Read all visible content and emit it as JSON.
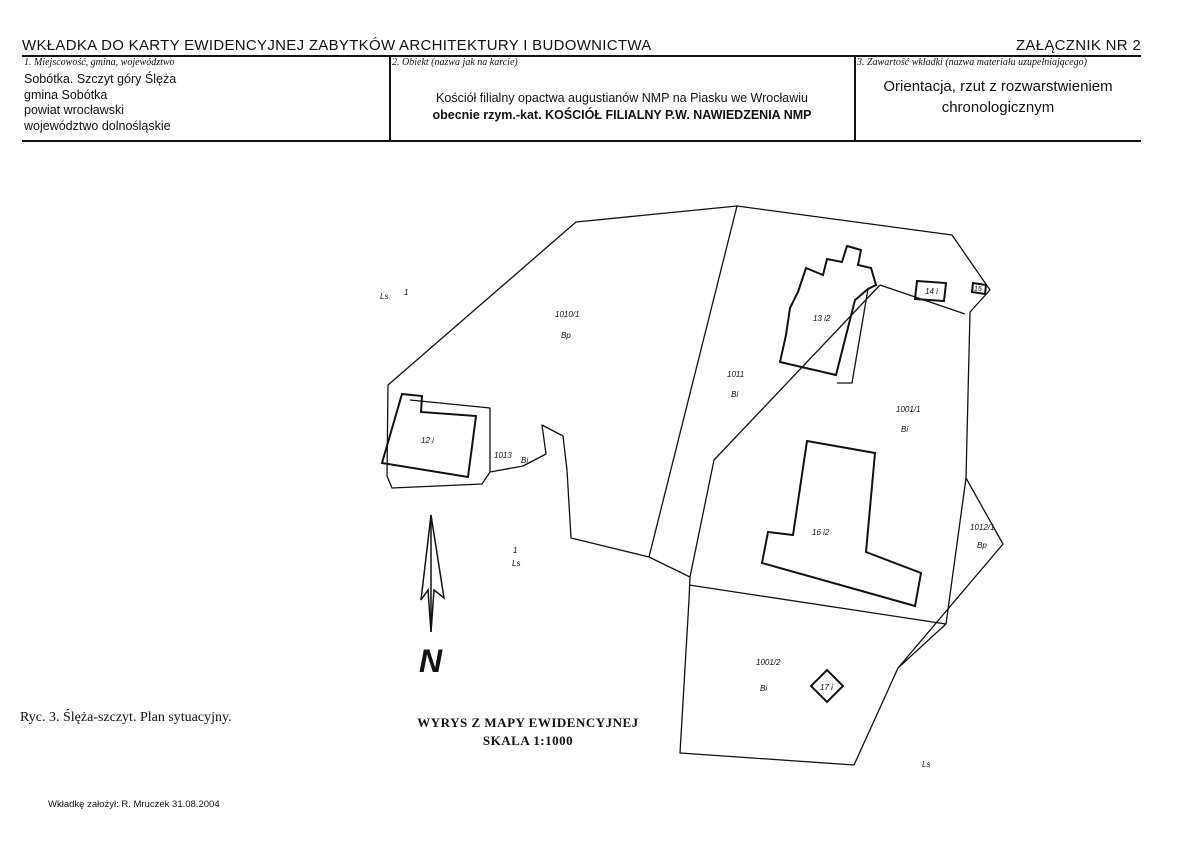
{
  "header": {
    "title": "WKŁADKA DO KARTY EWIDENCYJNEJ ZABYTKÓW ARCHITEKTURY I BUDOWNICTWA",
    "annex": "ZAŁĄCZNIK NR 2"
  },
  "sections": {
    "location": {
      "label": "1. Miejscowość, gmina, województwo",
      "lines": [
        "Sobótka. Szczyt góry Ślęża",
        "gmina Sobótka",
        "powiat wrocławski",
        "województwo dolnośląskie"
      ]
    },
    "object": {
      "label": "2. Obiekt (nazwa jak na karcie)",
      "line1": "Kościół filialny opactwa augustianów NMP na Piasku we Wrocławiu",
      "line2": "obecnie rzym.-kat. KOŚCIÓŁ FILIALNY P.W. NAWIEDZENIA NMP"
    },
    "supplement": {
      "label": "3. Zawartość wkładki (nazwa materiału uzupełniającego)",
      "content": "Orientacja, rzut z rozwarstwieniem chronologicznym"
    }
  },
  "map": {
    "parcels": [
      {
        "number": "1010/1",
        "use": "Bp"
      },
      {
        "number": "1011",
        "use": "Bi"
      },
      {
        "number": "1001/1",
        "use": "Bi"
      },
      {
        "number": "1012/1",
        "use": "Bp"
      },
      {
        "number": "1001/2",
        "use": "Bi"
      },
      {
        "number": "1013",
        "use": "Bi"
      },
      {
        "number": "1",
        "use": "Ls"
      }
    ],
    "outer_labels": {
      "ls_left": "Ls",
      "one_left": "1",
      "ls_bottom_right": "Ls"
    },
    "buildings": [
      "12 i",
      "13 i2",
      "14 i",
      "15",
      "16 i2",
      "17 i"
    ],
    "north_label": "N"
  },
  "caption": "Ryc. 3. Ślęża-szczyt. Plan sytuacyjny.",
  "extract": {
    "line1": "WYRYS Z MAPY EWIDENCYJNEJ",
    "line2": "SKALA 1:1000"
  },
  "footer": "Wkładkę założył: R. Mruczek 31.08.2004"
}
